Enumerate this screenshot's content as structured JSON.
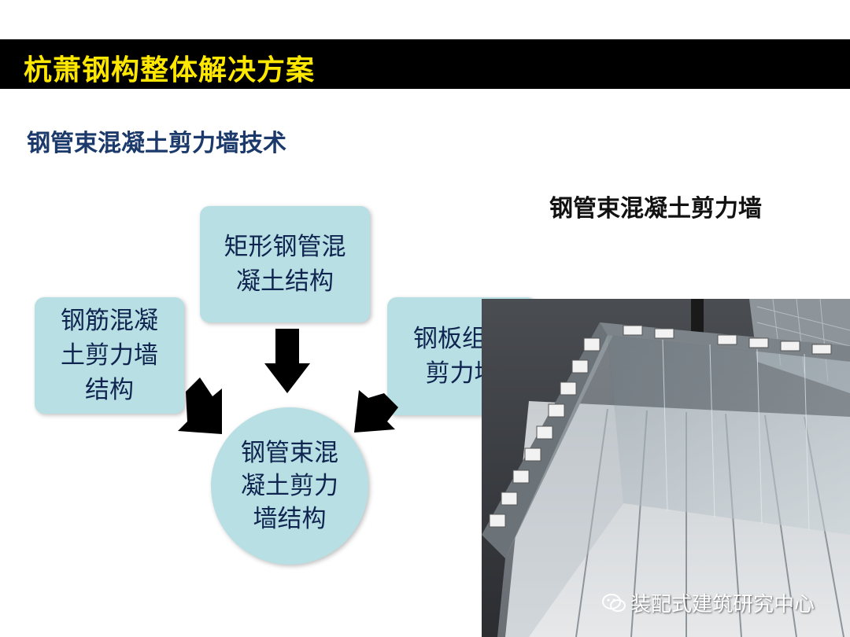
{
  "header": {
    "title": "杭萧钢构整体解决方案"
  },
  "subtitle": "钢管束混凝土剪力墙技术",
  "photo_caption": "钢管束混凝土剪力墙",
  "diagram": {
    "top_box": {
      "line1": "矩形钢管混",
      "line2": "凝土结构"
    },
    "left_box": {
      "line1": "钢筋混凝",
      "line2": "土剪力墙",
      "line3": "结构"
    },
    "right_box": {
      "line1": "钢板组合",
      "line2": "剪力墙"
    },
    "center": {
      "line1": "钢管束混",
      "line2": "凝土剪力",
      "line3": "墙结构"
    }
  },
  "watermark": "装配式建筑研究中心",
  "colors": {
    "title_bg": "#000000",
    "title_text": "#ffe800",
    "subtitle": "#1b3a6b",
    "box_fill": "#b8dfe3",
    "box_text": "#0f2550"
  }
}
